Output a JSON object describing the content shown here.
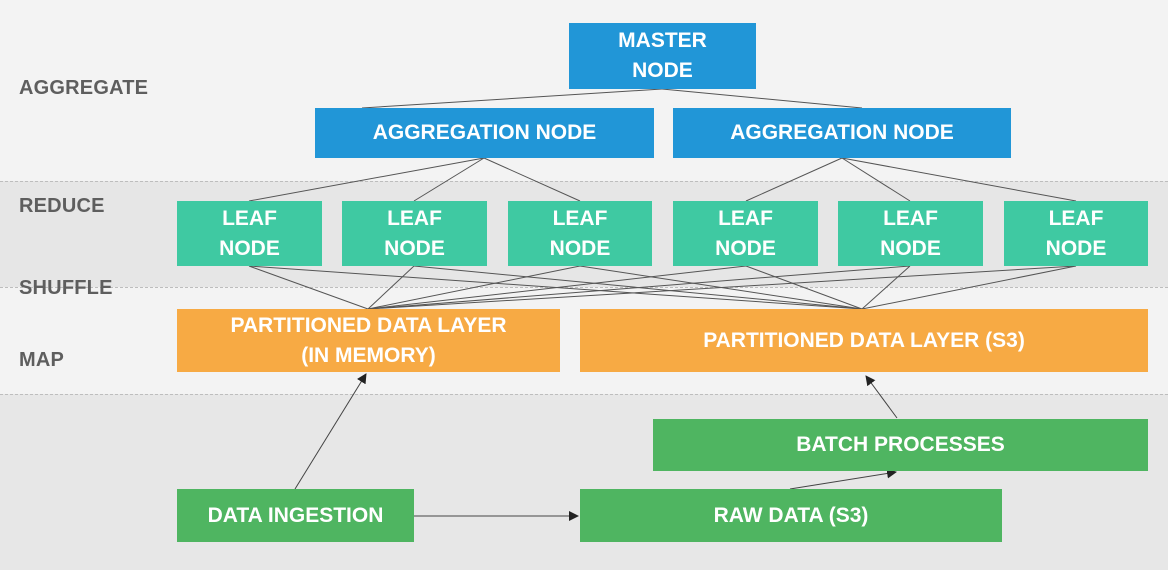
{
  "layers": {
    "aggregate": "AGGREGATE",
    "reduce": "REDUCE",
    "shuffle": "SHUFFLE",
    "map": "MAP"
  },
  "nodes": {
    "master": "MASTER\nNODE",
    "aggregation_1": "AGGREGATION NODE",
    "aggregation_2": "AGGREGATION NODE",
    "leaves": [
      "LEAF\nNODE",
      "LEAF\nNODE",
      "LEAF\nNODE",
      "LEAF\nNODE",
      "LEAF\nNODE",
      "LEAF\nNODE"
    ],
    "partition_memory": "PARTITIONED DATA LAYER\n(IN MEMORY)",
    "partition_s3": "PARTITIONED DATA LAYER (S3)",
    "batch_processes": "BATCH PROCESSES",
    "data_ingestion": "DATA INGESTION",
    "raw_data": "RAW DATA (S3)"
  },
  "colors": {
    "aggregate_nodes": "#2196d7",
    "leaf_nodes": "#3fc9a2",
    "data_layers": "#f7aa44",
    "ingestion": "#4fb561"
  }
}
